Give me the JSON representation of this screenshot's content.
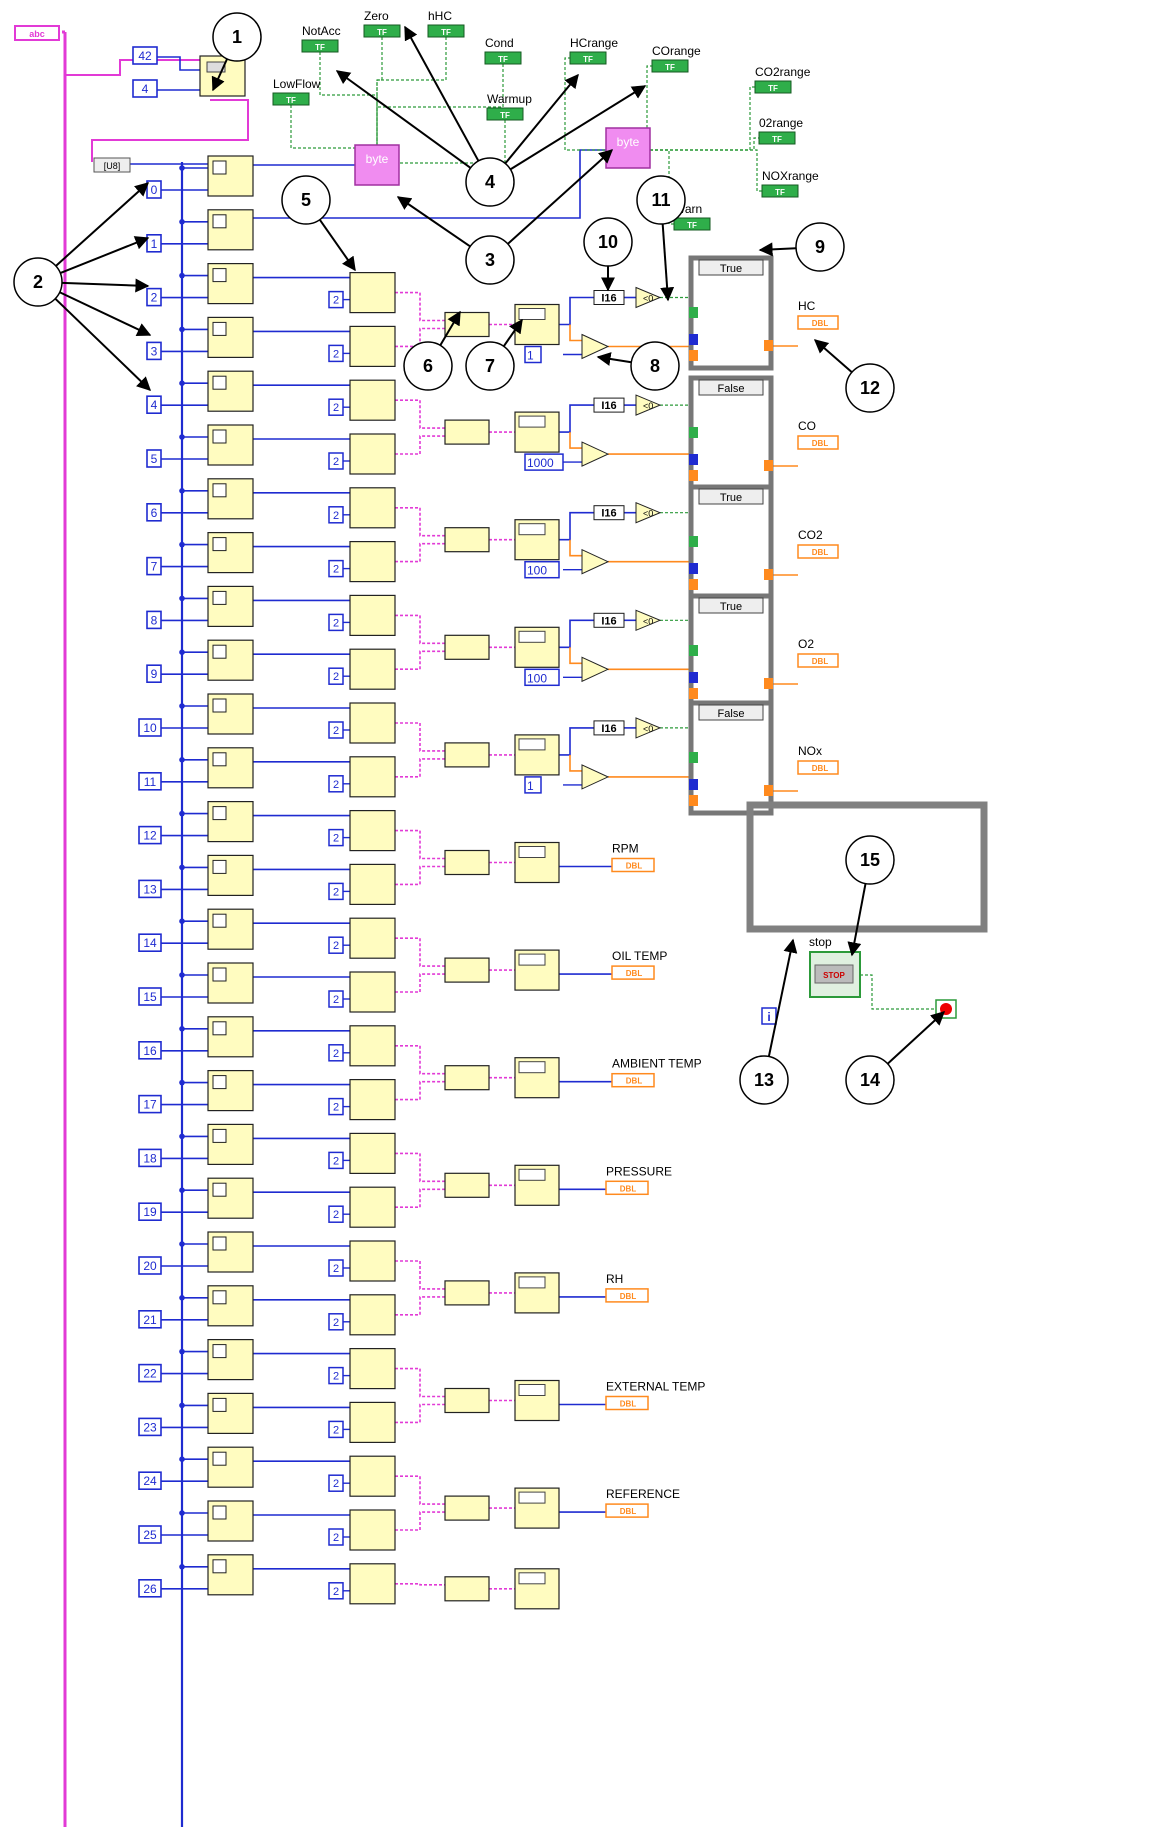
{
  "source_terminal": {
    "label": "abc"
  },
  "top_constants": [
    "42",
    "4"
  ],
  "index_constants": [
    "0",
    "1",
    "2",
    "3",
    "4",
    "5",
    "6",
    "7",
    "8",
    "9",
    "10",
    "11",
    "12",
    "13",
    "14",
    "15",
    "16",
    "17",
    "18",
    "19",
    "20",
    "21",
    "22",
    "23",
    "24",
    "25",
    "26"
  ],
  "u8_label": "[U8]",
  "byte_node_label": "byte",
  "status_indicators": {
    "left": [
      "NotAcc",
      "Zero",
      "hHC",
      "Cond",
      "LowFlow",
      "Warmup"
    ],
    "right": [
      "HCrange",
      "COrange",
      "CO2range",
      "02range",
      "NOXrange",
      "Warn"
    ],
    "tf_label": "TF"
  },
  "byte_count_constant": "2",
  "type_labels": {
    "i16": "I16",
    "dbl": "DBL",
    "lt_zero": "<0"
  },
  "case_channels": [
    {
      "selector": "True",
      "output": "HC",
      "divisor": "1"
    },
    {
      "selector": "False",
      "output": "CO",
      "divisor": "1000"
    },
    {
      "selector": "True",
      "output": "CO2",
      "divisor": "100"
    },
    {
      "selector": "True",
      "output": "O2",
      "divisor": "100"
    },
    {
      "selector": "False",
      "output": "NOx",
      "divisor": "1"
    }
  ],
  "plain_outputs": [
    "RPM",
    "OIL TEMP",
    "AMBIENT TEMP",
    "PRESSURE",
    "RH",
    "EXTERNAL TEMP",
    "REFERENCE"
  ],
  "while_loop": {
    "stop_label": "stop",
    "stop_button": "STOP",
    "iteration": "i"
  },
  "callouts": [
    "1",
    "2",
    "3",
    "4",
    "5",
    "6",
    "7",
    "8",
    "9",
    "10",
    "11",
    "12",
    "13",
    "14",
    "15"
  ]
}
